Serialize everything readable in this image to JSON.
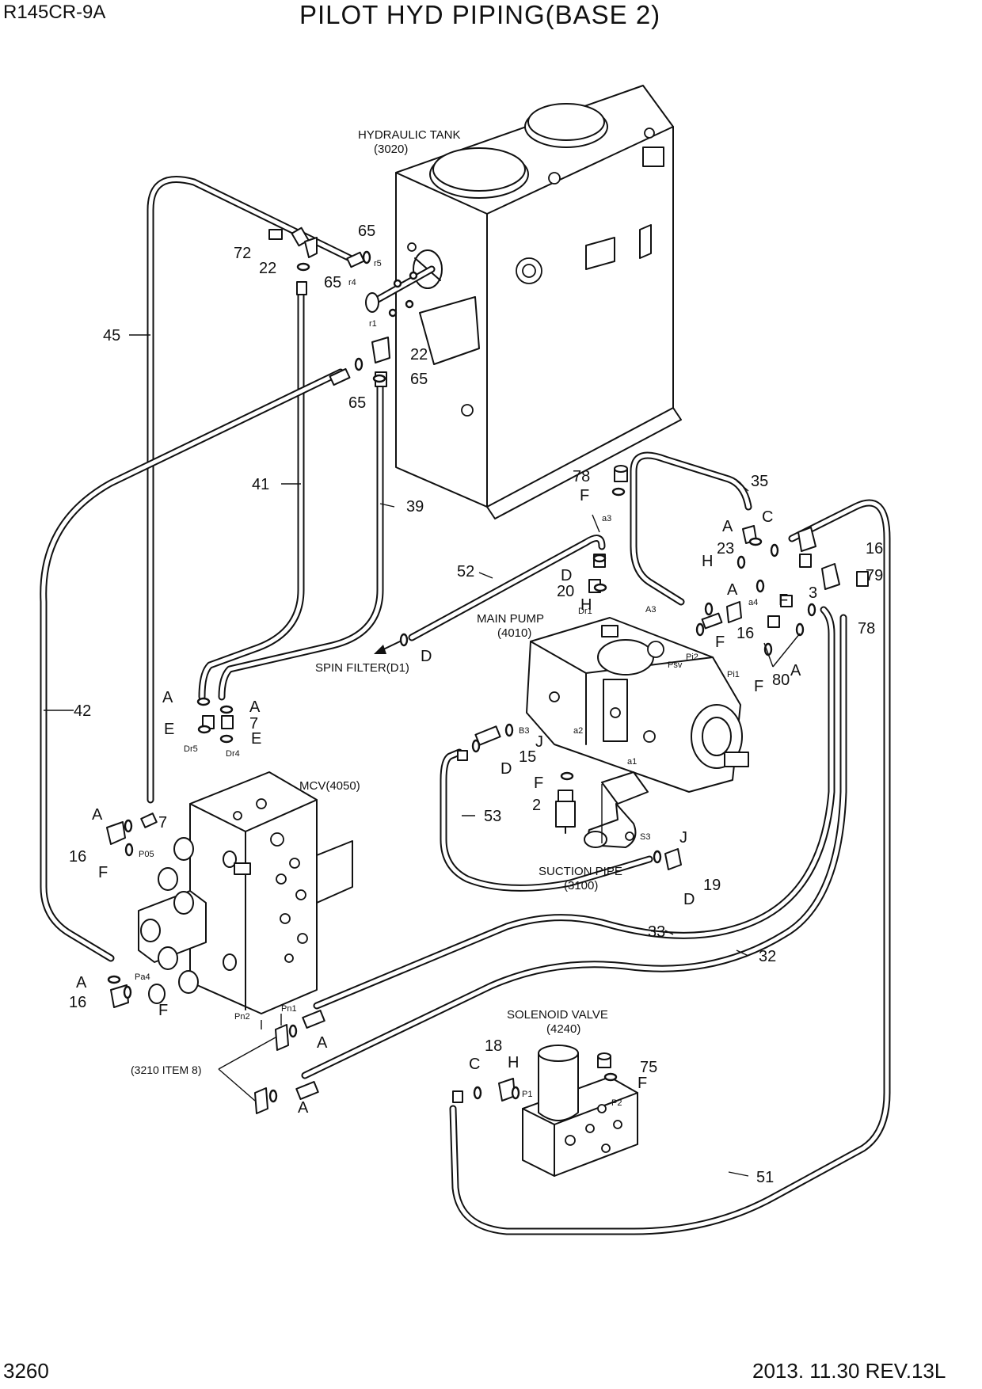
{
  "header": {
    "model": "R145CR-9A",
    "title": "PILOT HYD PIPING(BASE 2)"
  },
  "footer": {
    "page_number": "3260",
    "date_rev": "2013. 11.30  REV.13L"
  },
  "components": {
    "hydraulic_tank": {
      "name": "HYDRAULIC TANK",
      "ref": "(3020)"
    },
    "main_pump": {
      "name": "MAIN PUMP",
      "ref": "(4010)"
    },
    "mcv": {
      "name": "MCV(4050)"
    },
    "suction_pipe": {
      "name": "SUCTION PIPE",
      "ref": "(3100)"
    },
    "solenoid_valve": {
      "name": "SOLENOID VALVE",
      "ref": "(4240)"
    },
    "spin_filter": {
      "name": "SPIN FILTER(D1)"
    },
    "item_ref": {
      "name": "(3210 ITEM 8)"
    }
  },
  "part_numbers": {
    "n2": "2",
    "n3": "3",
    "n7a": "7",
    "n7b": "7",
    "n15": "15",
    "n16a": "16",
    "n16b": "16",
    "n16c": "16",
    "n16d": "16",
    "n18": "18",
    "n19": "19",
    "n20": "20",
    "n22a": "22",
    "n22b": "22",
    "n23": "23",
    "n32": "32",
    "n33": "33",
    "n35": "35",
    "n39": "39",
    "n41": "41",
    "n42": "42",
    "n45": "45",
    "n51": "51",
    "n52": "52",
    "n53": "53",
    "n65a": "65",
    "n65b": "65",
    "n65c": "65",
    "n65d": "65",
    "n72": "72",
    "n75": "75",
    "n78a": "78",
    "n78b": "78",
    "n79": "79",
    "n80": "80"
  },
  "seal_letters": {
    "a1": "A",
    "a2": "A",
    "a3": "A",
    "a4": "A",
    "a5": "A",
    "a6": "A",
    "a7": "A",
    "a8": "A",
    "a9": "A",
    "c1": "C",
    "c2": "C",
    "d1": "D",
    "d2": "D",
    "d3": "D",
    "d4": "D",
    "e1": "E",
    "e2": "E",
    "f1": "F",
    "f2": "F",
    "f3": "F",
    "f4": "F",
    "f5": "F",
    "f6": "F",
    "f7": "F",
    "f8": "F",
    "h1": "H",
    "h2": "H",
    "h3": "H",
    "j1": "J",
    "j2": "J"
  },
  "port_labels": {
    "r1": "r1",
    "r4": "r4",
    "r5": "r5",
    "a3p": "a3",
    "dr1": "Dr1",
    "a3port": "A3",
    "a4port": "a4",
    "psv": "Psv",
    "pi2": "Pi2",
    "pi1": "Pi1",
    "b3": "B3",
    "a2p": "a2",
    "a1p": "a1",
    "s3": "S3",
    "dr5": "Dr5",
    "dr4": "Dr4",
    "p05": "P05",
    "pa4": "Pa4",
    "pn2": "Pn2",
    "pn1": "Pn1",
    "p1": "P1",
    "p2": "P2"
  }
}
